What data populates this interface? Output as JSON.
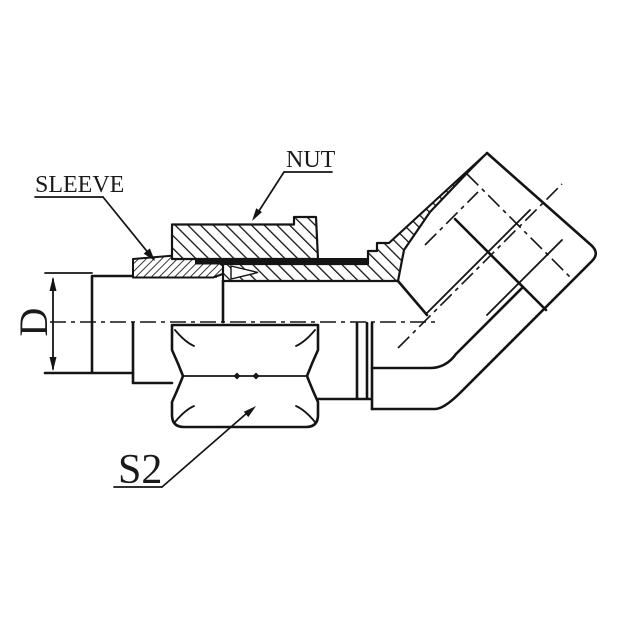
{
  "page": {
    "background_color": "#ffffff",
    "line_color": "#141414"
  },
  "drawing": {
    "kind": "technical line drawing",
    "subject": "45-degree elbow tube fitting with cutaway sleeve and nut",
    "labels": {
      "sleeve": "SLEEVE",
      "nut": "NUT",
      "diameter": "D",
      "hex": "S2"
    }
  }
}
